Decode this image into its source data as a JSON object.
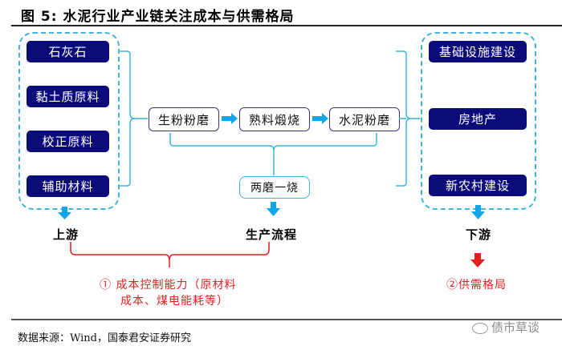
{
  "figure": {
    "title": "图 5:  水泥行业产业链关注成本与供需格局",
    "source": "数据来源：Wind，国泰君安证券研究",
    "watermark": "债市草谈"
  },
  "upstream": {
    "items": [
      "石灰石",
      "黏土质原料",
      "校正原料",
      "辅助材料"
    ],
    "label": "上游"
  },
  "production": {
    "steps": [
      "生粉粉磨",
      "熟料煅烧",
      "水泥粉磨"
    ],
    "summary": "两磨一烧",
    "label": "生产流程"
  },
  "downstream": {
    "items": [
      "基础设施建设",
      "房地产",
      "新农村建设"
    ],
    "label": "下游"
  },
  "focus": {
    "cost_line1": "①  成本控制能力（原材料",
    "cost_line2": "成本、煤电能耗等）",
    "supply_demand": "②供需格局"
  },
  "colors": {
    "navy_box": "#0b0b7a",
    "accent_blue": "#3fb4e0",
    "arrow_blue": "#0ea5e9",
    "red": "#e41f1f"
  }
}
